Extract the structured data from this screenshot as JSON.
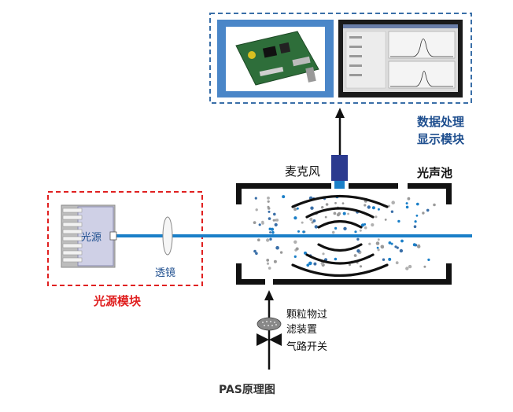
{
  "labels": {
    "light_source": "光源",
    "lens": "透镜",
    "light_source_module": "光源模块",
    "microphone": "麦克风",
    "pa_cell": "光声池",
    "data_module_line1": "数据处理",
    "data_module_line2": "显示模块",
    "filter_line1": "颗粒物过",
    "filter_line2": "滤装置",
    "gas_switch": "气路开关",
    "caption": "PAS原理图"
  },
  "colors": {
    "beam": "#1a7fc8",
    "red_dash": "#e02020",
    "blue_dash": "#3a6fa8",
    "mic": "#2b3a8f",
    "data_blue_text": "#1f4f8f",
    "red_text": "#e02020",
    "dark": "#111111"
  },
  "icons": {
    "pcb": "pcb-board-photo",
    "screen": "oscilloscope-screen-photo",
    "valve": "valve-icon",
    "filter": "particle-filter-icon"
  }
}
